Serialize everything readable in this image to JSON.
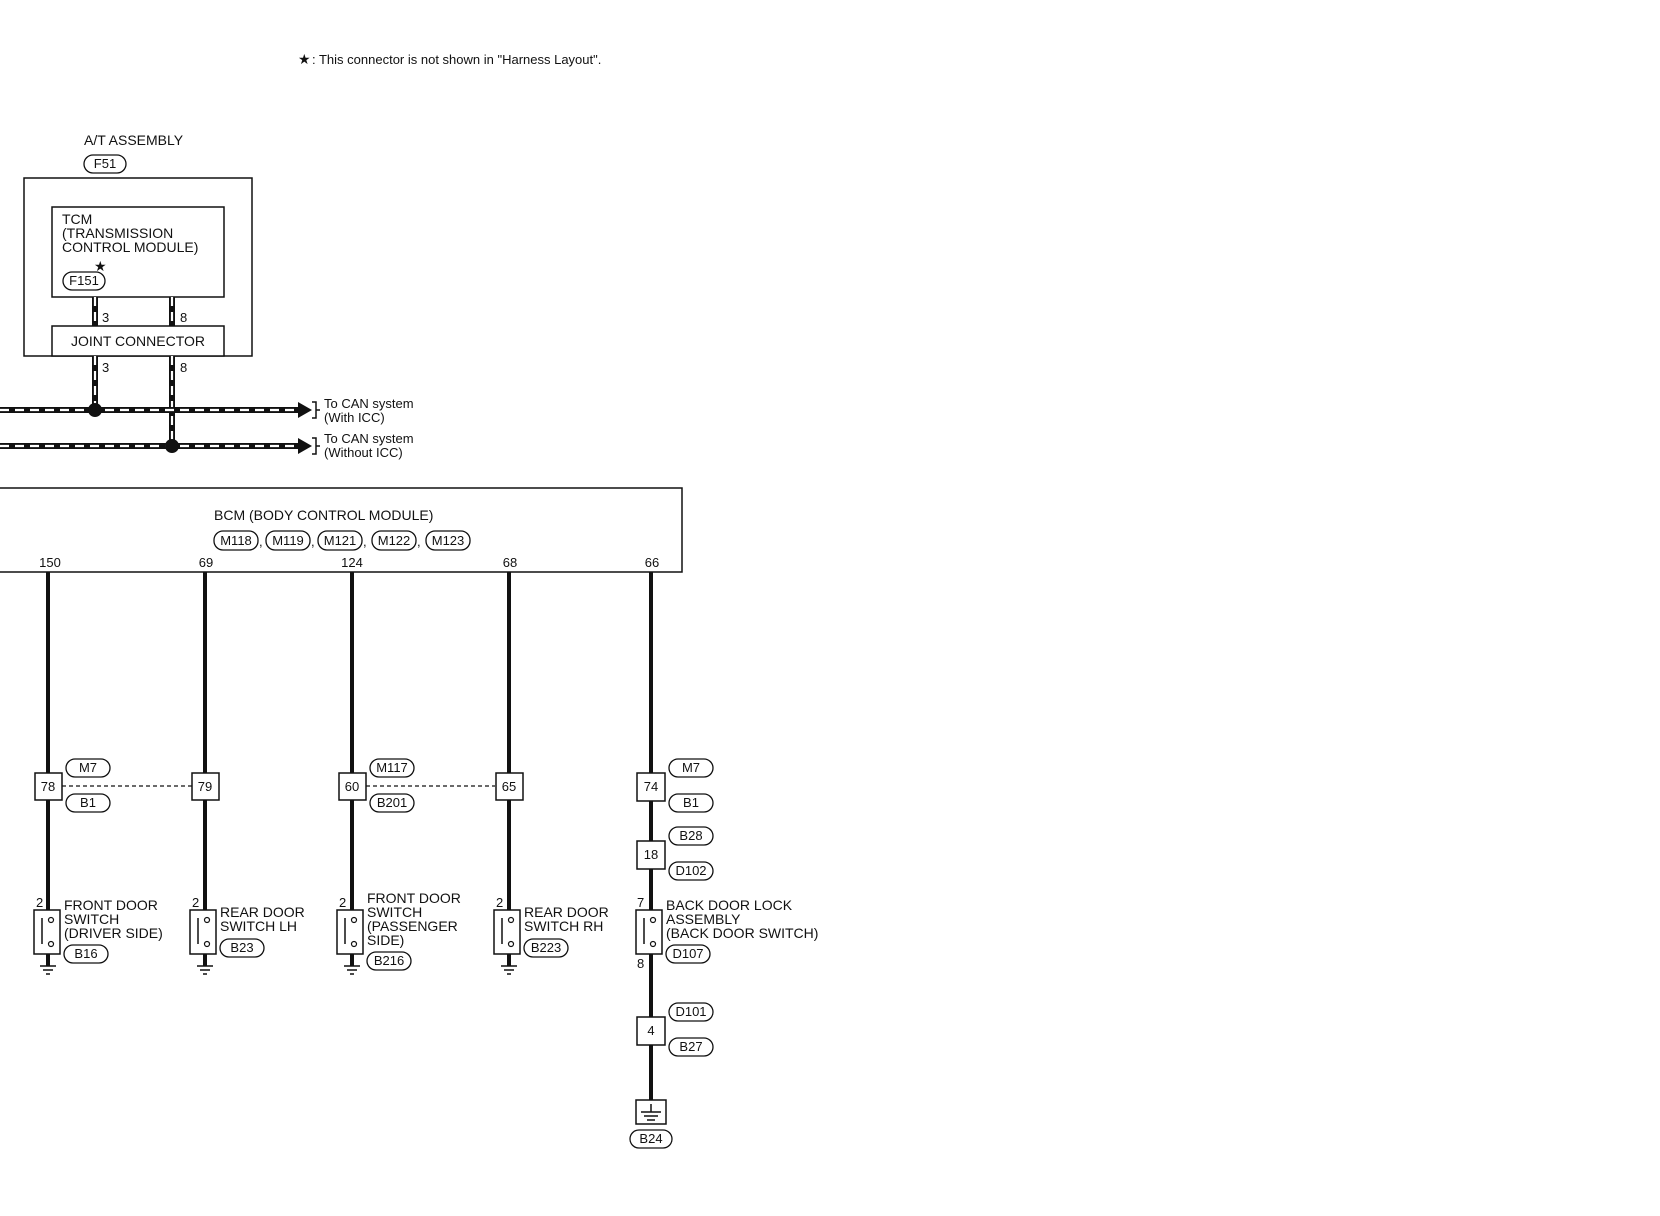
{
  "note": {
    "symbol": "★",
    "text": ": This connector is not shown in \"Harness Layout\"."
  },
  "at_assembly": {
    "label": "A/T ASSEMBLY",
    "connector": "F51"
  },
  "tcm": {
    "line1": "TCM",
    "line2": "(TRANSMISSION",
    "line3": " CONTROL MODULE)",
    "star": "★",
    "connector": "F151",
    "pin_can_h": "3",
    "pin_can_l": "8"
  },
  "joint_connector": {
    "label": "JOINT CONNECTOR",
    "pin_can_h": "3",
    "pin_can_l": "8"
  },
  "can_lines": [
    {
      "line1": "To CAN system",
      "line2": "(With ICC)"
    },
    {
      "line1": "To CAN system",
      "line2": "(Without ICC)"
    }
  ],
  "bcm": {
    "label": "BCM (BODY CONTROL MODULE)",
    "connectors": [
      "M118",
      "M119",
      "M121",
      "M122",
      "M123"
    ],
    "separator": ",",
    "pins": [
      "150",
      "69",
      "124",
      "68",
      "66"
    ]
  },
  "inline_connectors": {
    "c1": {
      "upper": "M7",
      "lower": "B1",
      "pin_a": "78",
      "pin_b": "79"
    },
    "c2": {
      "upper": "M117",
      "lower": "B201",
      "pin_a": "60",
      "pin_b": "65"
    },
    "c3": {
      "upper": "M7",
      "lower": "B1",
      "pin": "74"
    },
    "c4": {
      "upper": "B28",
      "lower": "D102",
      "pin": "18"
    },
    "c5": {
      "upper": "D101",
      "lower": "B27",
      "pin": "4"
    }
  },
  "switches": [
    {
      "pin": "2",
      "line1": "FRONT DOOR",
      "line2": "SWITCH",
      "line3": "(DRIVER SIDE)",
      "connector": "B16"
    },
    {
      "pin": "2",
      "line1": "REAR DOOR",
      "line2": "SWITCH LH",
      "line3": "",
      "connector": "B23"
    },
    {
      "pin": "2",
      "line1": "FRONT DOOR",
      "line2": "SWITCH",
      "line3": "(PASSENGER",
      "line4": " SIDE)",
      "connector": "B216"
    },
    {
      "pin": "2",
      "line1": "REAR DOOR",
      "line2": "SWITCH RH",
      "line3": "",
      "connector": "B223"
    }
  ],
  "back_door": {
    "pin_top": "7",
    "pin_bottom": "8",
    "line1": "BACK DOOR LOCK",
    "line2": "ASSEMBLY",
    "line3": "(BACK DOOR SWITCH)",
    "connector": "D107"
  },
  "ground": {
    "connector": "B24"
  }
}
